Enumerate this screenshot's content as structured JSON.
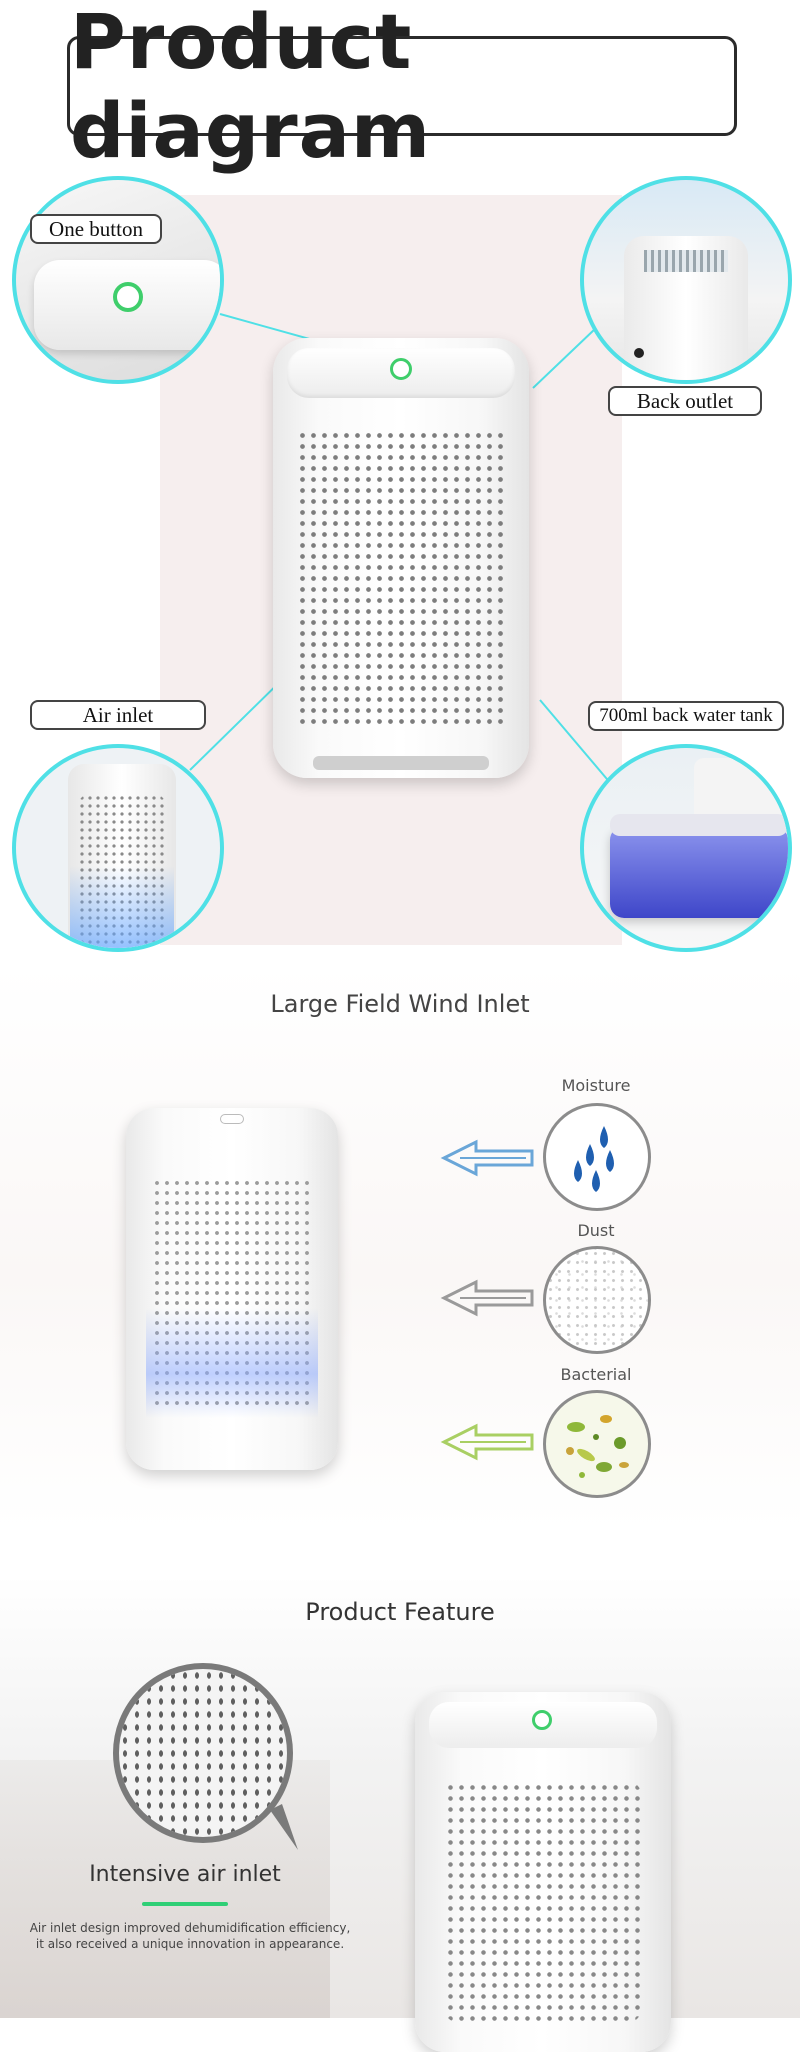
{
  "diagram": {
    "title": "Product diagram",
    "labels": {
      "one_button": "One button",
      "back_outlet": "Back outlet",
      "air_inlet": "Air inlet",
      "water_tank": "700ml back water tank"
    }
  },
  "wind_inlet": {
    "heading": "Large Field Wind Inlet",
    "items": [
      {
        "label": "Moisture",
        "icon": "water-drops-icon",
        "arrow_color": "#6aa6d8"
      },
      {
        "label": "Dust",
        "icon": "dust-particles-icon",
        "arrow_color": "#9a9a9a"
      },
      {
        "label": "Bacterial",
        "icon": "bacteria-icon",
        "arrow_color": "#a9cf63"
      }
    ]
  },
  "feature": {
    "heading": "Product Feature",
    "title": "Intensive air inlet",
    "description_line1": "Air inlet design improved dehumidification efficiency,",
    "description_line2": "it also received a unique innovation in appearance.",
    "accent_color": "#2fcf75"
  },
  "colors": {
    "callout_line": "#4fe0e6",
    "button_ring": "#3fce6b"
  }
}
